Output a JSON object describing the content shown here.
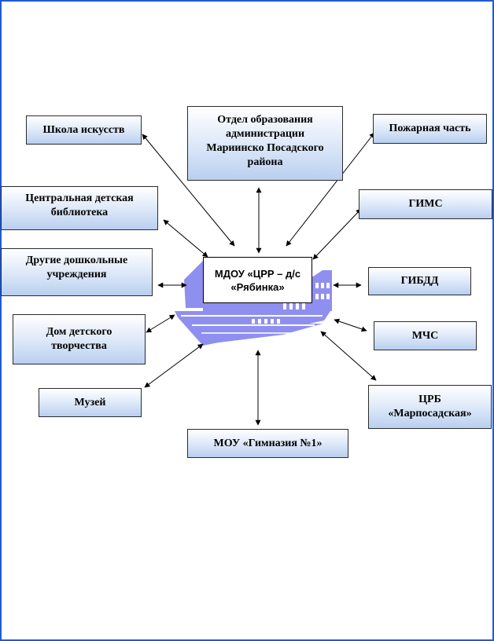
{
  "center": {
    "label": "МДОУ «ЦРР – д/с\n«Рябинка»",
    "icon": "school-building-icon"
  },
  "nodes": {
    "shkola": "Школа искусств",
    "otdel": "Отдел образования\nадминистрации\nМариинско Посадского\nрайона",
    "pozhar": "Пожарная часть",
    "biblioteka": "Центральная детская\nбиблиотека",
    "gims": "ГИМС",
    "doshkol": "Другие дошкольные\nучреждения",
    "gibdd": "ГИБДД",
    "dom": "Дом детского\nтворчества",
    "mchs": "МЧС",
    "muzei": "Музей",
    "crb": "ЦРБ\n«Марпосадская»",
    "gimnazia": "МОУ «Гимназия №1»"
  },
  "colors": {
    "frame": "#1f5bd4",
    "building": "#8f8ff0",
    "box_gradient_bottom": "#b9cff0"
  }
}
